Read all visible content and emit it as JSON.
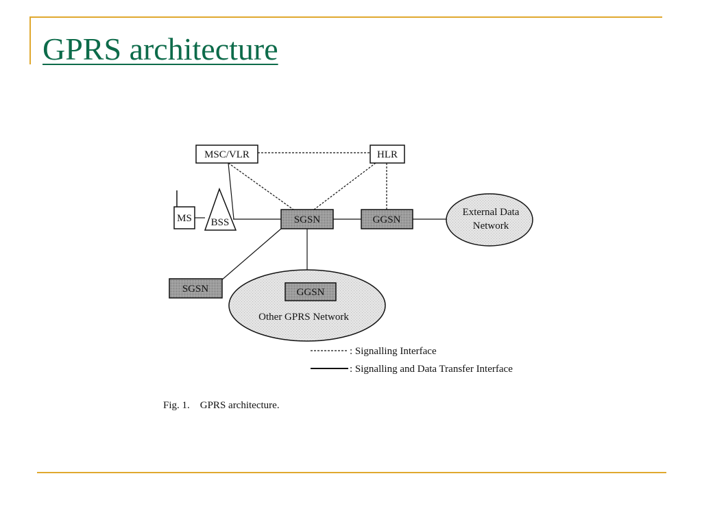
{
  "slide": {
    "title": "GPRS architecture",
    "accent_color": "#e0a82e",
    "title_color": "#0d6b4a"
  },
  "diagram": {
    "nodes": {
      "msc_vlr": "MSC/VLR",
      "hlr": "HLR",
      "ms": "MS",
      "bss": "BSS",
      "sgsn_main": "SGSN",
      "ggsn_main": "GGSN",
      "external_network_line1": "External Data",
      "external_network_line2": "Network",
      "sgsn_other": "SGSN",
      "ggsn_other": "GGSN",
      "other_network": "Other GPRS Network"
    },
    "legend": {
      "signalling": ": Signalling Interface",
      "signalling_data": ": Signalling and Data Transfer Interface"
    },
    "caption": "Fig. 1. GPRS architecture.",
    "colors": {
      "shaded_box": "#9a9a9a",
      "ellipse_fill": "#e2e2e2",
      "line": "#111111"
    }
  }
}
